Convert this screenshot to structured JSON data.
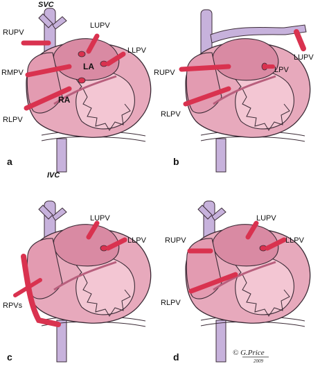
{
  "panels": {
    "a": {
      "letter": "a",
      "top_label": "SVC",
      "bottom_label": "IVC",
      "labels": {
        "rupv": "RUPV",
        "rmpv": "RMPV",
        "rlpv": "RLPV",
        "lupv": "LUPV",
        "llpv": "LLPV",
        "la": "LA",
        "ra": "RA"
      }
    },
    "b": {
      "letter": "b",
      "labels": {
        "rupv": "RUPV",
        "rlpv": "RLPV",
        "lpv": "LPV",
        "lupv": "LUPV"
      }
    },
    "c": {
      "letter": "c",
      "labels": {
        "lupv": "LUPV",
        "llpv": "LLPV",
        "rpvs": "RPVs"
      }
    },
    "d": {
      "letter": "d",
      "labels": {
        "rupv": "RUPV",
        "lupv": "LUPV",
        "llpv": "LLPV",
        "rlpv": "RLPV"
      }
    }
  },
  "signature": {
    "name": "G.Price",
    "year": "2009"
  },
  "colors": {
    "vein_blue": "#c7b2dc",
    "vein_blue_dark": "#9d86b8",
    "heart_pink": "#e7a9bc",
    "heart_inner": "#d98aa3",
    "vessel_red": "#d9324f",
    "outline": "#3a2a35"
  }
}
